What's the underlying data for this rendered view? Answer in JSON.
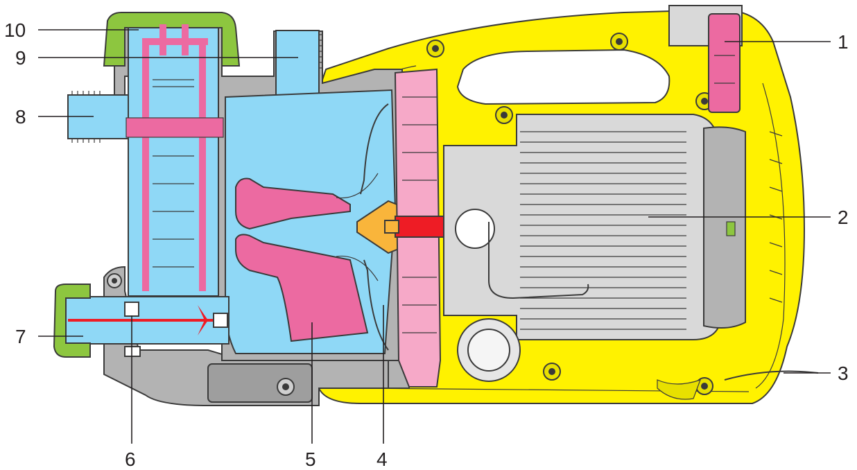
{
  "callouts": [
    {
      "id": "1",
      "text": "1"
    },
    {
      "id": "2",
      "text": "2"
    },
    {
      "id": "3",
      "text": "3"
    },
    {
      "id": "4",
      "text": "4"
    },
    {
      "id": "5",
      "text": "5"
    },
    {
      "id": "6",
      "text": "6"
    },
    {
      "id": "7",
      "text": "7"
    },
    {
      "id": "8",
      "text": "8"
    },
    {
      "id": "9",
      "text": "9"
    },
    {
      "id": "10",
      "text": "10"
    }
  ],
  "colors": {
    "housing_yellow": "#fff200",
    "water_blue": "#8fd8f6",
    "impeller_orange": "#f9b53b",
    "seal_red": "#ee1c25",
    "valve_pink": "#ec6aa1",
    "light_pink": "#f6a9c8",
    "cap_green": "#8dc63f",
    "body_grey": "#b3b3b3",
    "motor_grey": "#d9d9d9"
  }
}
